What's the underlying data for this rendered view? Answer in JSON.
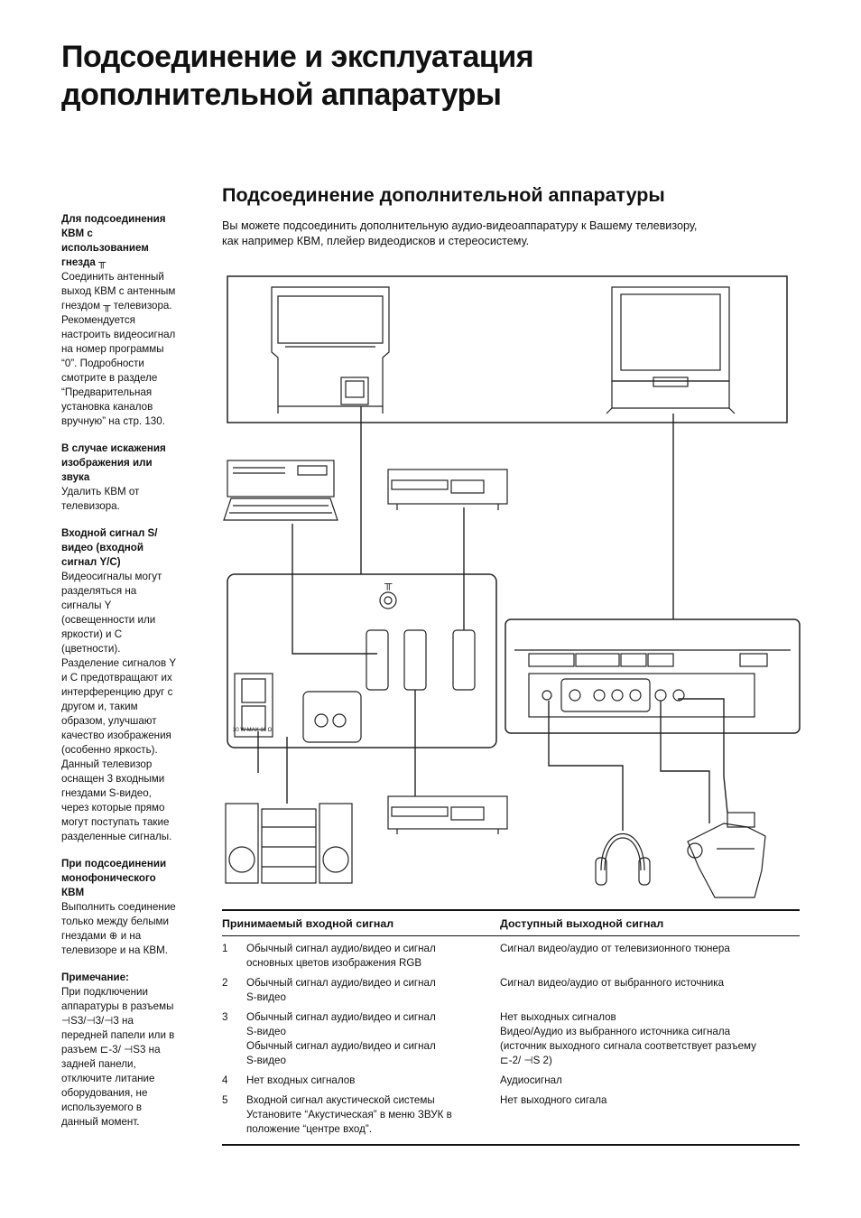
{
  "title": [
    "Подсоединение и эксплуатация",
    "дополнительной аппаратуры"
  ],
  "section_title": "Подсоединение дополнительной аппаратуры",
  "intro": [
    "Вы можете подсоединить дополнительную аудио-видеоаппаратуру к Вашему телевизору,",
    "как например КВМ, плейер видеодисков и стереосистему."
  ],
  "sidebar": [
    {
      "heading": [
        "Для подсоединения",
        "КВМ с",
        "использованием",
        "гнезда ╥"
      ],
      "body": [
        "Соединить антенный",
        "выход КВМ с антенным",
        "гнездом ╥ телевизора.",
        "Рекомендуется",
        "настроить видеосигнал",
        "на номер программы",
        "“0”. Подробности",
        "смотрите в разделе",
        "“Предварительная",
        "установка каналов",
        "вручную” на стр. 130."
      ]
    },
    {
      "heading": [
        "В случае искажения",
        "изображения или",
        "звука"
      ],
      "body": [
        "Удалить КВМ от",
        "телевизора."
      ]
    },
    {
      "heading": [
        "Входной сигнал S/",
        "видео (входной",
        "сигнал Y/C)"
      ],
      "body": [
        "Видеосигналы могут",
        "разделяться на",
        "сигналы Y",
        "(освещенности или",
        "яркости) и C",
        "(цветности).",
        "Разделение сигналов Y",
        "и C предотвращают их",
        "интерференцию друг с",
        "другом и, таким",
        "образом, улучшают",
        "качество изображения",
        "(особенно яркость).",
        "Данный телевизор",
        "оснащен 3 входными",
        "гнездами S-видео,",
        "через которые прямо",
        "могут поступать такие",
        "разделенные сигналы."
      ]
    },
    {
      "heading": [
        "При подсоединении",
        "монофонического",
        "КВМ"
      ],
      "body": [
        "Выполнить соединение",
        "только между белыми",
        "гнездами ⊕ и на",
        "телевизоре и на КВМ."
      ]
    },
    {
      "heading": [
        "Примечание:"
      ],
      "body": [
        "При подключении",
        "аппаратуры в разъемы",
        "⊣S3/⊣3/⊣3 на",
        "передней папели или в",
        "разъем ⊏-3/ ⊣S3 на",
        "задней панели,",
        "отключите литание",
        "оборудования, не",
        "используемого в",
        "данный момент."
      ]
    }
  ],
  "diagram": {
    "antenna_symbol": "╥",
    "speaker_rating": "30 W MAX 16 Ω"
  },
  "table": {
    "col_in": "Принимаемый входной сигнал",
    "col_out": "Доступный выходной сигнал",
    "rows": [
      {
        "n": "1",
        "in": [
          "Обычный сигнал аудио/видео и сигнал",
          "основных цветов  изображения RGB"
        ],
        "out": [
          "Сигнал видео/аудио от телевизионного тюнера"
        ]
      },
      {
        "n": "2",
        "in": [
          "Обычный сигнал аудио/видео и сигнал",
          "S-видео"
        ],
        "out": [
          "Сигнал видео/аудио от выбранного источника"
        ]
      },
      {
        "n": "3",
        "in": [
          "Обычный сигнал аудио/видео и сигнал",
          "S-видео",
          "Обычный сигнал аудио/видео и сигнал",
          "S-видео"
        ],
        "out": [
          "Нет выходных сигналов",
          "Видео/Аудио из выбранного источника сигнала",
          "(источник выходного сигнала соответствует разъему",
          "⊏-2/ ⊣S 2)"
        ]
      },
      {
        "n": "4",
        "in": [
          "Нет входных сигналов"
        ],
        "out": [
          "Аудиосигнал"
        ]
      },
      {
        "n": "5",
        "in": [
          "Входной сигнал акустической системы",
          "Установите “Акустическая” в меню ЗВУК в",
          "положение “центре вход”."
        ],
        "out": [
          "Нет выходного сигала"
        ]
      }
    ]
  }
}
